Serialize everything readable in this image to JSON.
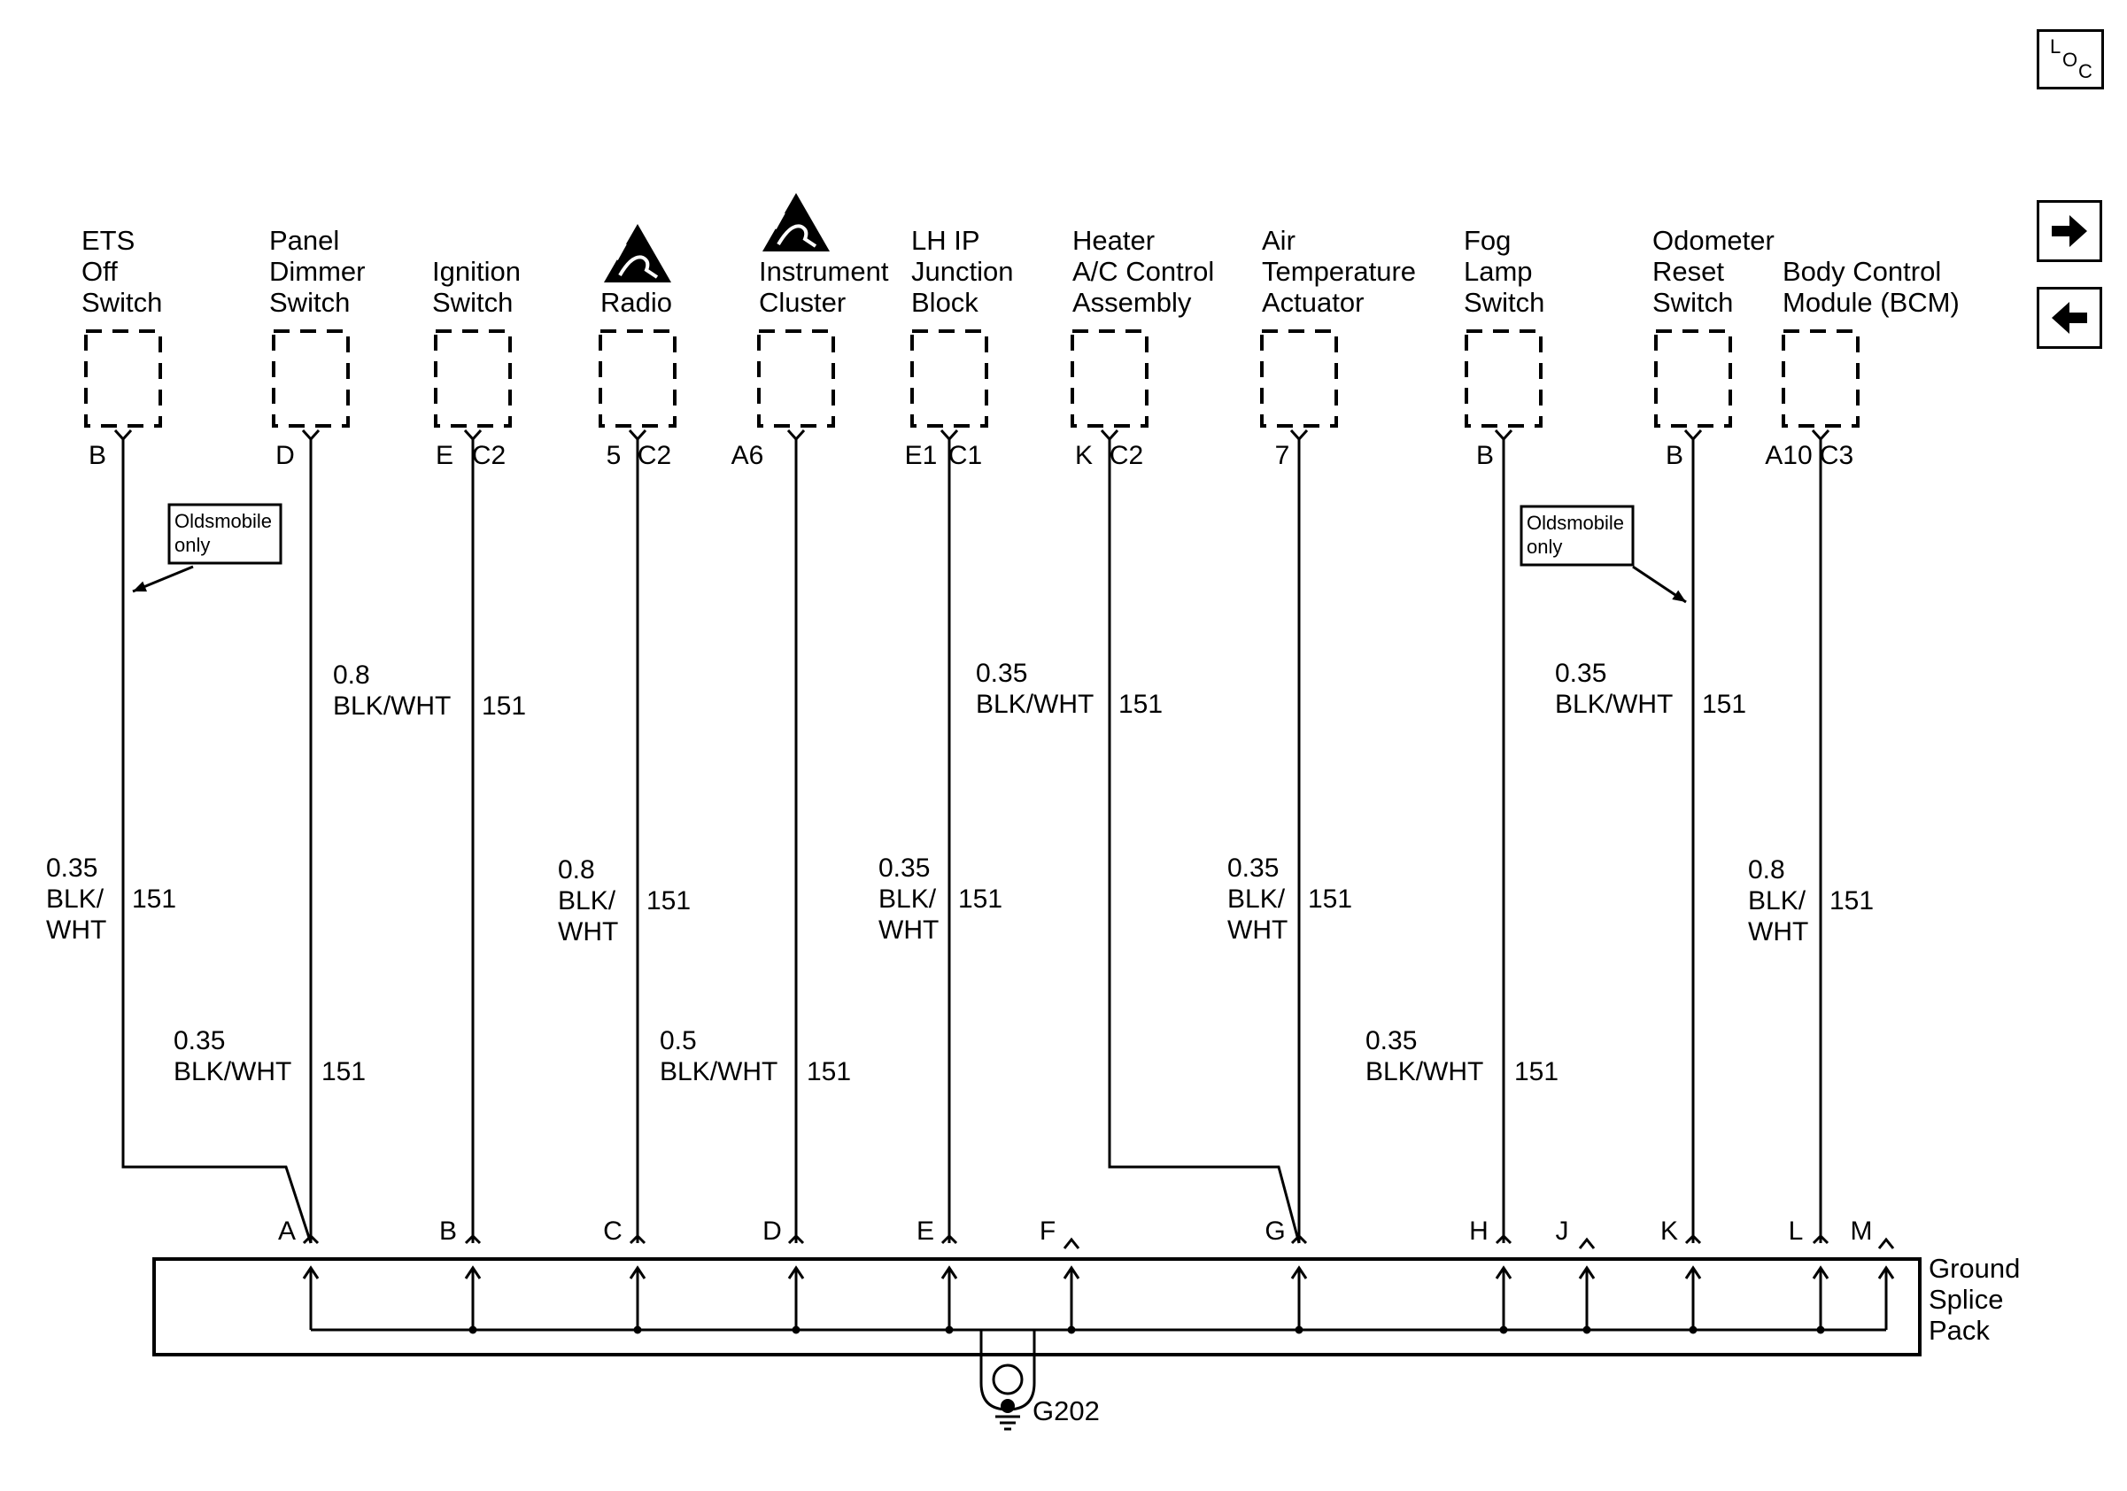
{
  "components": [
    {
      "id": "ets-off-switch",
      "lines": [
        "ETS",
        "Off",
        "Switch"
      ],
      "pins": [
        {
          "text": "B",
          "side": "left"
        }
      ]
    },
    {
      "id": "panel-dimmer-switch",
      "lines": [
        "Panel",
        "Dimmer",
        "Switch"
      ],
      "pins": [
        {
          "text": "D",
          "side": "left"
        }
      ]
    },
    {
      "id": "ignition-switch",
      "lines": [
        "Ignition",
        "Switch"
      ],
      "pins": [
        {
          "text": "E",
          "side": "left"
        },
        {
          "text": "C2",
          "side": "right"
        }
      ]
    },
    {
      "id": "radio",
      "lines": [
        "Radio"
      ],
      "esd": true,
      "pins": [
        {
          "text": "5",
          "side": "left"
        },
        {
          "text": "C2",
          "side": "right"
        }
      ]
    },
    {
      "id": "instrument-cluster",
      "lines": [
        "Instrument",
        "Cluster"
      ],
      "esd": true,
      "pins": [
        {
          "text": "A6",
          "side": "left"
        }
      ]
    },
    {
      "id": "lh-ip-junction-block",
      "lines": [
        "LH IP",
        "Junction",
        "Block"
      ],
      "pins": [
        {
          "text": "E1",
          "side": "left"
        },
        {
          "text": "C1",
          "side": "right"
        }
      ]
    },
    {
      "id": "heater-ac-control-assembly",
      "lines": [
        "Heater",
        "A/C Control",
        "Assembly"
      ],
      "pins": [
        {
          "text": "K",
          "side": "left"
        },
        {
          "text": "C2",
          "side": "right"
        }
      ]
    },
    {
      "id": "air-temperature-actuator",
      "lines": [
        "Air",
        "Temperature",
        "Actuator"
      ],
      "pins": [
        {
          "text": "7",
          "side": "left"
        }
      ]
    },
    {
      "id": "fog-lamp-switch",
      "lines": [
        "Fog",
        "Lamp",
        "Switch"
      ],
      "pins": [
        {
          "text": "B",
          "side": "left"
        }
      ]
    },
    {
      "id": "odometer-reset-switch",
      "lines": [
        "Odometer",
        "Reset",
        "Switch"
      ],
      "pins": [
        {
          "text": "B",
          "side": "left"
        }
      ]
    },
    {
      "id": "body-control-module",
      "lines": [
        "Body Control",
        "Module (BCM)"
      ],
      "pins": [
        {
          "text": "A10",
          "side": "left"
        },
        {
          "text": "C3",
          "side": "right"
        }
      ]
    }
  ],
  "wires": [
    {
      "id": "ets",
      "size": "0.35",
      "color_lines": [
        "BLK/",
        "WHT"
      ],
      "circuit": "151"
    },
    {
      "id": "dimmer",
      "size": "0.35",
      "color_lines": [
        "BLK/WHT"
      ],
      "circuit": "151"
    },
    {
      "id": "ignition",
      "size": "0.8",
      "color_lines": [
        "BLK/WHT"
      ],
      "circuit": "151"
    },
    {
      "id": "radio",
      "size": "0.8",
      "color_lines": [
        "BLK/",
        "WHT"
      ],
      "circuit": "151"
    },
    {
      "id": "cluster",
      "size": "0.5",
      "color_lines": [
        "BLK/WHT"
      ],
      "circuit": "151"
    },
    {
      "id": "junction-block",
      "size": "0.35",
      "color_lines": [
        "BLK/",
        "WHT"
      ],
      "circuit": "151"
    },
    {
      "id": "heater",
      "size": "0.35",
      "color_lines": [
        "BLK/WHT"
      ],
      "circuit": "151"
    },
    {
      "id": "air-temp",
      "size": "0.35",
      "color_lines": [
        "BLK/",
        "WHT"
      ],
      "circuit": "151"
    },
    {
      "id": "fog-lamp",
      "size": "0.35",
      "color_lines": [
        "BLK/WHT"
      ],
      "circuit": "151"
    },
    {
      "id": "odometer",
      "size": "0.35",
      "color_lines": [
        "BLK/WHT"
      ],
      "circuit": "151"
    },
    {
      "id": "bcm",
      "size": "0.8",
      "color_lines": [
        "BLK/",
        "WHT"
      ],
      "circuit": "151"
    }
  ],
  "notes": [
    {
      "id": "note-left",
      "lines": [
        "Oldsmobile",
        "only"
      ]
    },
    {
      "id": "note-right",
      "lines": [
        "Oldsmobile",
        "only"
      ]
    }
  ],
  "splice": {
    "label_lines": [
      "Ground",
      "Splice",
      "Pack"
    ],
    "terminals": [
      "A",
      "B",
      "C",
      "D",
      "E",
      "F",
      "G",
      "H",
      "J",
      "K",
      "L",
      "M"
    ]
  },
  "ground": {
    "label": "G202"
  },
  "nav": {
    "loc": {
      "l": "L",
      "o": "O",
      "c": "C"
    },
    "next_icon": "right-arrow-icon",
    "prev_icon": "left-arrow-icon"
  }
}
